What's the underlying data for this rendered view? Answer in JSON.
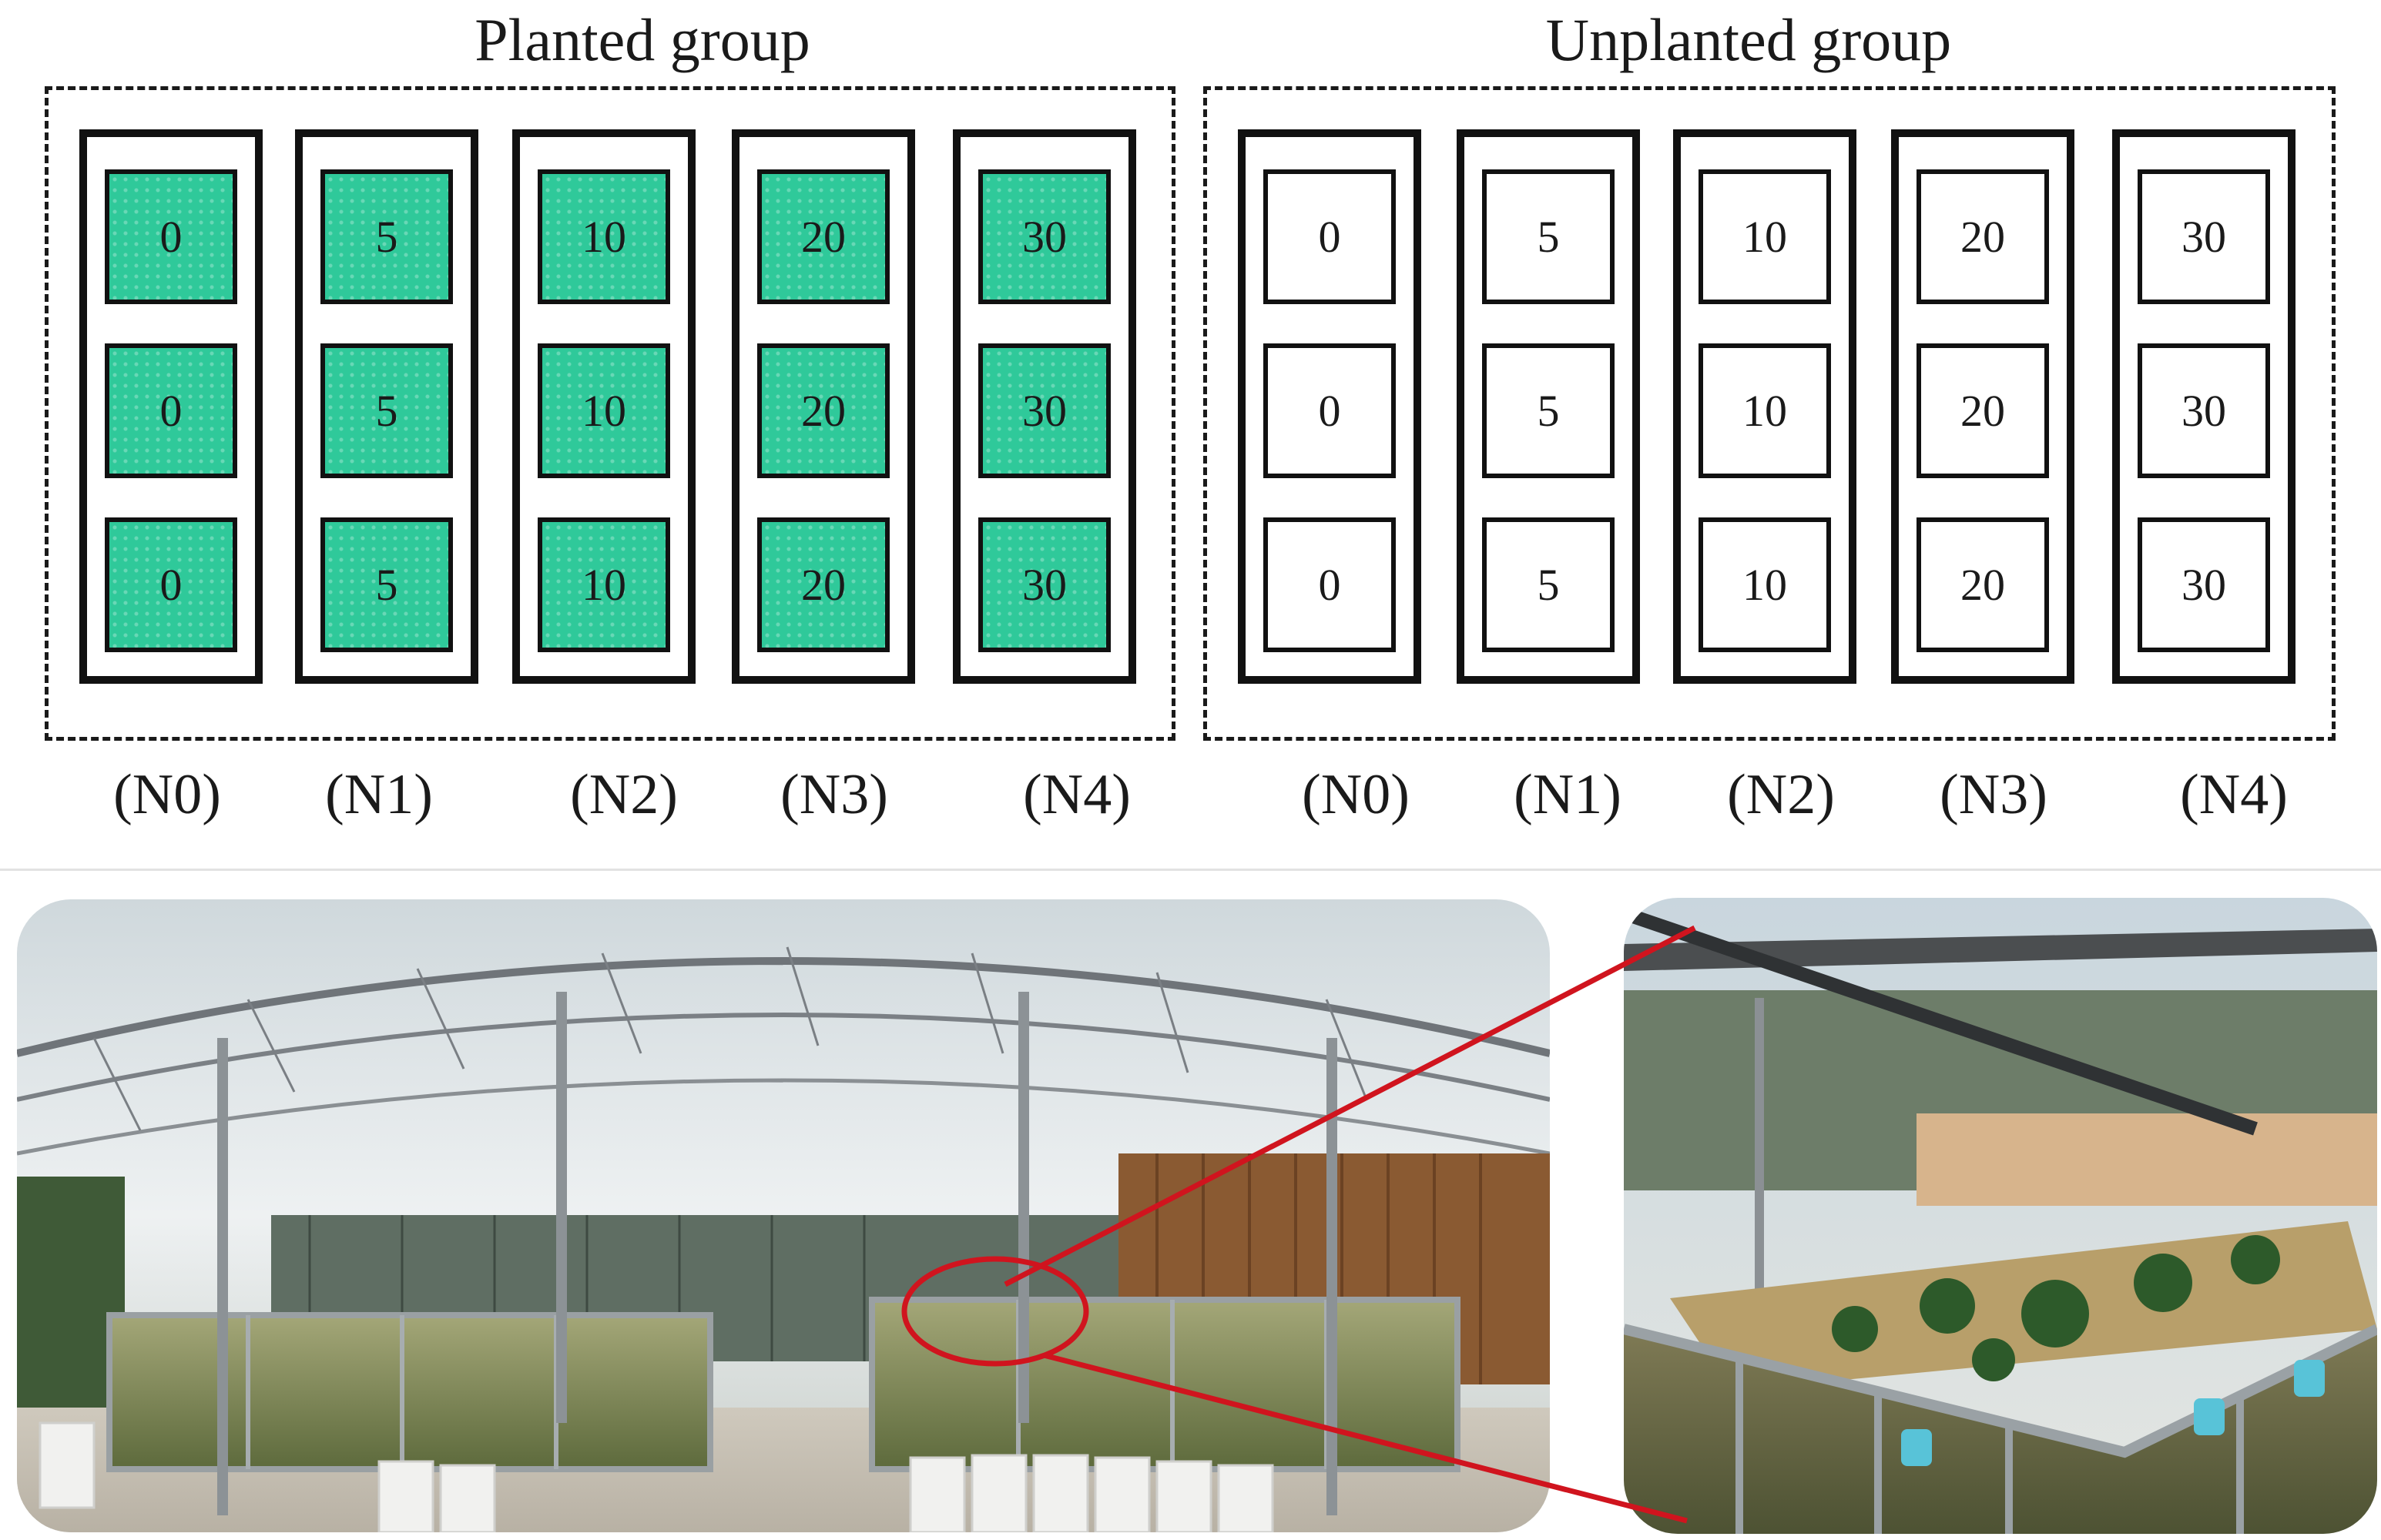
{
  "planted_group": {
    "title": "Planted group",
    "tanks": [
      {
        "label": "(N0)",
        "cells": [
          "0",
          "0",
          "0"
        ]
      },
      {
        "label": "(N1)",
        "cells": [
          "5",
          "5",
          "5"
        ]
      },
      {
        "label": "(N2)",
        "cells": [
          "10",
          "10",
          "10"
        ]
      },
      {
        "label": "(N3)",
        "cells": [
          "20",
          "20",
          "20"
        ]
      },
      {
        "label": "(N4)",
        "cells": [
          "30",
          "30",
          "30"
        ]
      }
    ]
  },
  "unplanted_group": {
    "title": "Unplanted group",
    "tanks": [
      {
        "label": "(N0)",
        "cells": [
          "0",
          "0",
          "0"
        ]
      },
      {
        "label": "(N1)",
        "cells": [
          "5",
          "5",
          "5"
        ]
      },
      {
        "label": "(N2)",
        "cells": [
          "10",
          "10",
          "10"
        ]
      },
      {
        "label": "(N3)",
        "cells": [
          "20",
          "20",
          "20"
        ]
      },
      {
        "label": "(N4)",
        "cells": [
          "30",
          "30",
          "30"
        ]
      }
    ]
  },
  "colors": {
    "planted_fill": "#2fc99a",
    "outline": "#111111",
    "zoom_indicator": "#d0141e"
  },
  "photos": {
    "panorama": "greenhouse-panorama-photo",
    "closeup": "tank-closeup-photo"
  }
}
